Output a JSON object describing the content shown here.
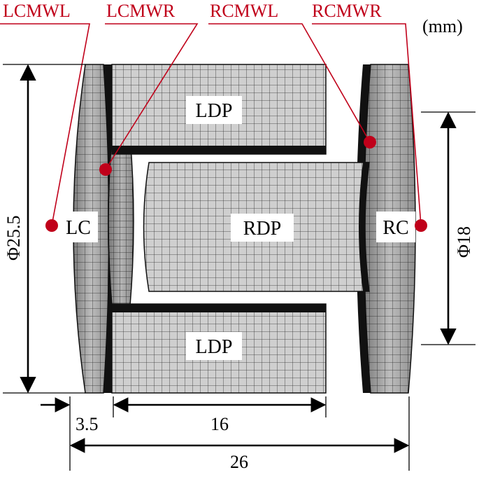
{
  "unit": "(mm)",
  "probe_labels": {
    "lcmwl": "LCMWL",
    "lcmwr": "LCMWR",
    "rcmwl": "RCMWL",
    "rcmwr": "RCMWR"
  },
  "region_labels": {
    "ldp_top": "LDP",
    "ldp_bottom": "LDP",
    "rdp": "RDP",
    "lc": "LC",
    "rc": "RC"
  },
  "dimensions": {
    "outer_diameter": "Φ25.5",
    "inner_diameter": "Φ18",
    "cap_thickness": "3.5",
    "ldp_length": "16",
    "total_length": "26"
  },
  "colors": {
    "probe": "#c0001a",
    "mesh_fill": "#c8c8c8",
    "mesh_line": "#3a3a3a",
    "dark_band": "#111111"
  }
}
